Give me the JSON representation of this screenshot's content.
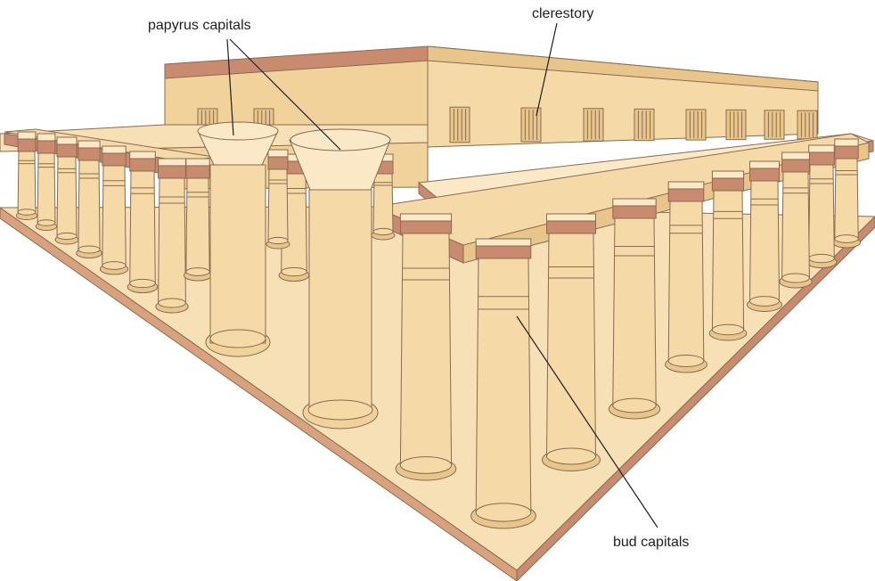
{
  "labels": {
    "papyrus": "papyrus capitals",
    "clerestory": "clerestory",
    "bud": "bud capitals"
  },
  "colors": {
    "stone": "#f5d9a7",
    "stone_light": "#fbe8c6",
    "stone_shade": "#e8c58b",
    "brick": "#c98b6f",
    "brick_dark": "#b27358",
    "floor": "#f7dfb6",
    "floor_edge": "#d8a27f",
    "outline": "#8a6a50"
  }
}
